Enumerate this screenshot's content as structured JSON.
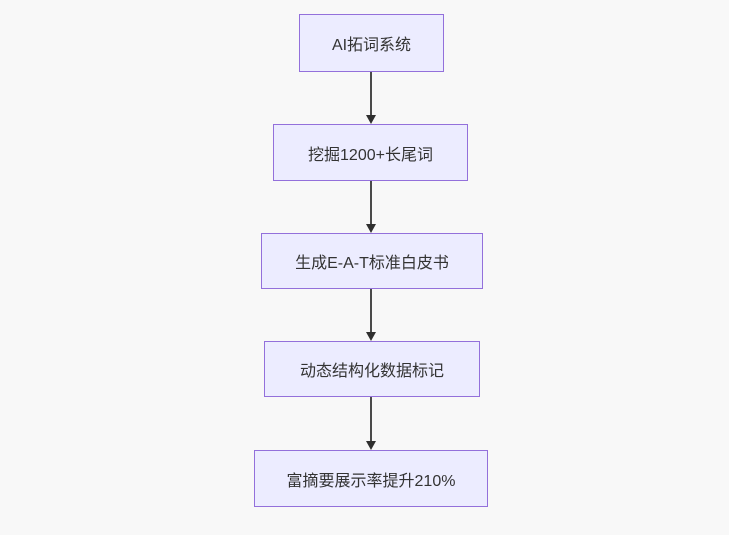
{
  "diagram": {
    "type": "flowchart",
    "direction": "top-down",
    "nodes": [
      {
        "id": "n1",
        "label": "AI拓词系统"
      },
      {
        "id": "n2",
        "label": "挖掘1200+长尾词"
      },
      {
        "id": "n3",
        "label": "生成E-A-T标准白皮书"
      },
      {
        "id": "n4",
        "label": "动态结构化数据标记"
      },
      {
        "id": "n5",
        "label": "富摘要展示率提升210%"
      }
    ],
    "edges": [
      {
        "from": "n1",
        "to": "n2",
        "style": "arrow-down"
      },
      {
        "from": "n2",
        "to": "n3",
        "style": "arrow-down"
      },
      {
        "from": "n3",
        "to": "n4",
        "style": "arrow-down"
      },
      {
        "from": "n4",
        "to": "n5",
        "style": "arrow-down"
      }
    ],
    "colors": {
      "node_fill": "#ECECFF",
      "node_border": "#9370DB",
      "edge_line": "#4a4a4a",
      "arrowhead": "#2f2f2f",
      "text": "#333333",
      "background": "#f8f8f8"
    }
  }
}
